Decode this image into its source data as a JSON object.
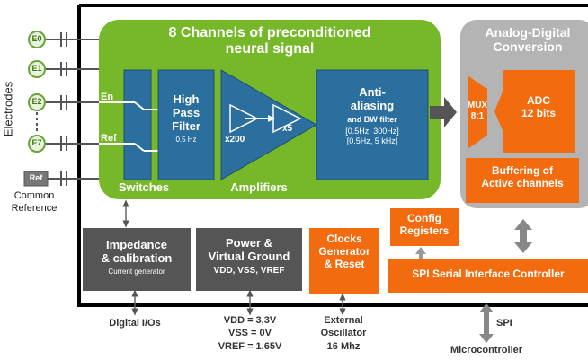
{
  "colors": {
    "green": "#76b82a",
    "blue": "#2a6f9e",
    "orange": "#f26b0f",
    "dark_gray": "#555555",
    "light_gray": "#b4b4b4",
    "electrode_fill": "#e8f2dc",
    "electrode_stroke": "#6aa43a",
    "electrode_text": "#3c7a1a"
  },
  "electrodes": {
    "side_label": "Electrodes",
    "items": [
      "E0",
      "E1",
      "E2",
      "E7"
    ],
    "ref_label": "Ref",
    "common_reference": [
      "Common",
      "Reference"
    ]
  },
  "green_block": {
    "title": [
      "8 Channels of preconditioned",
      "neural signal"
    ],
    "switches_label": "Switches",
    "amplifiers_label": "Amplifiers",
    "en_label": "En",
    "ref_label": "Ref",
    "high_pass": {
      "lines": [
        "High",
        "Pass",
        "Filter"
      ],
      "freq": "0.5 Hz"
    },
    "amplifier_gain_x200": "x200",
    "amplifier_gain_x5": "x5",
    "antialiasing": {
      "title": [
        "Anti-",
        "aliasing"
      ],
      "subtitle": "and BW filter",
      "ranges": [
        "[0.5Hz, 300Hz]",
        "[0.5Hz, 5 kHz]"
      ]
    }
  },
  "adc_block": {
    "title": [
      "Analog-Digital",
      "Conversion"
    ],
    "mux": [
      "MUX",
      "8:1"
    ],
    "adc": [
      "ADC",
      "12 bits"
    ],
    "buffering": [
      "Buffering of",
      "Active channels"
    ]
  },
  "bottom_blocks": {
    "impedance": {
      "title": [
        "Impedance",
        "& calibration"
      ],
      "sub": "Current generator"
    },
    "power": {
      "title": [
        "Power &",
        "Virtual Ground"
      ],
      "sub": "VDD, VSS, VREF"
    },
    "clocks": {
      "title": [
        "Clocks",
        "Generator",
        "& Reset"
      ]
    },
    "config": {
      "title": [
        "Config",
        "Registers"
      ]
    },
    "spi_controller": "SPI Serial Interface Controller"
  },
  "external": {
    "digital_ios": "Digital I/Os",
    "voltages": [
      "VDD = 3,3V",
      "VSS = 0V",
      "VREF = 1.65V"
    ],
    "oscillator": [
      "External",
      "Oscillator",
      "16 Mhz"
    ],
    "spi": "SPI",
    "microcontroller": "Microcontroller"
  }
}
